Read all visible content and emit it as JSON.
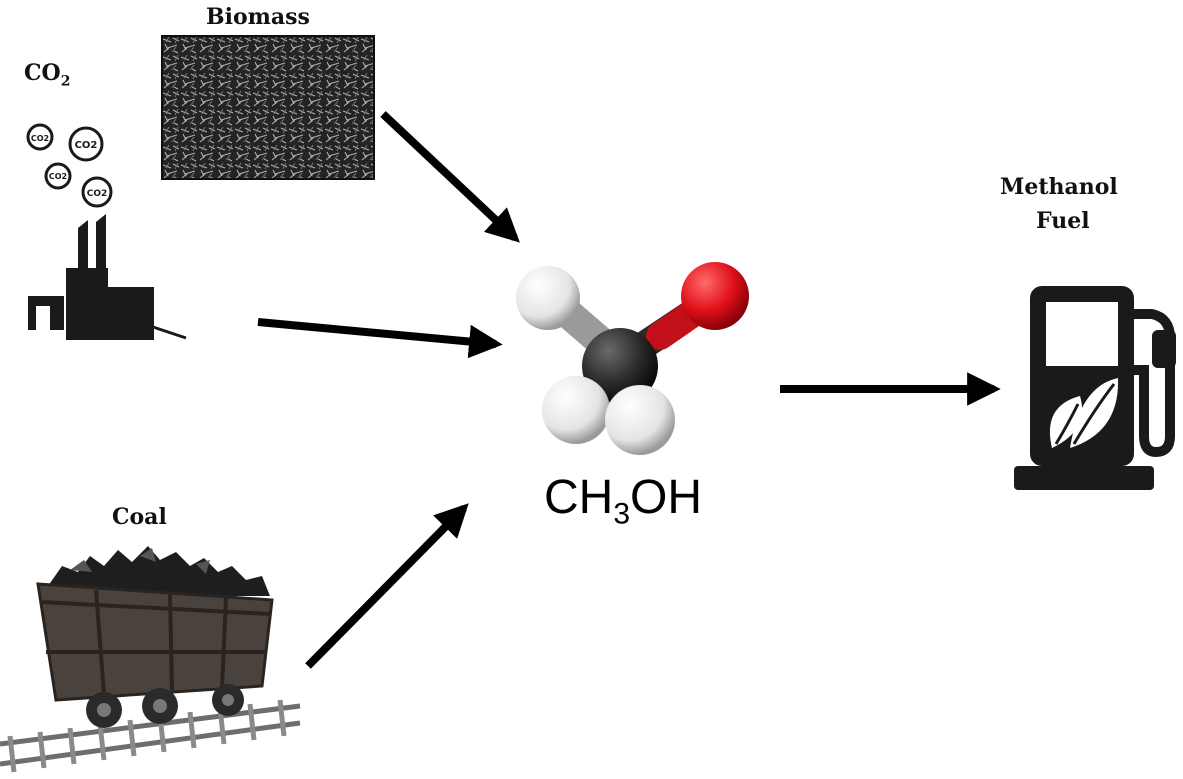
{
  "labels": {
    "biomass": "Biomass",
    "co2_base": "CO",
    "co2_sub": "2",
    "coal": "Coal",
    "methanol_line1": "Methanol",
    "methanol_line2": "Fuel",
    "bubble_text": "CO2"
  },
  "formula": {
    "part1": "CH",
    "sub": "3",
    "part2": "OH"
  },
  "colors": {
    "oxygen": "#e0101a",
    "carbon": "#2b2b2b",
    "hydrogen": "#f2f2f2",
    "arrow": "#000000",
    "icon": "#1a1a1a"
  }
}
